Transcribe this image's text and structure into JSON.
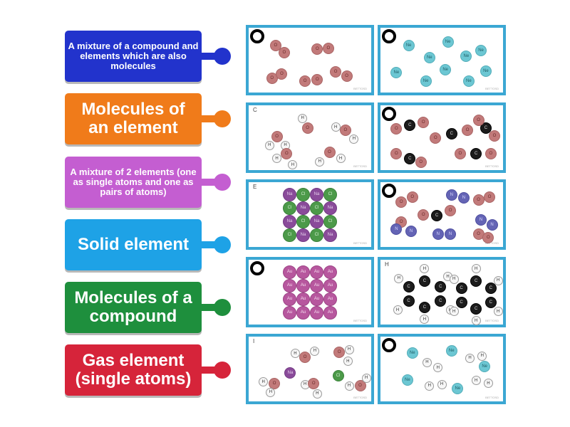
{
  "labels": [
    {
      "text": "A mixture of a compound and elements which are also molecules",
      "color": "#2233cc"
    },
    {
      "text": "Molecules of an element",
      "color": "#f07b1a"
    },
    {
      "text": "A mixture of 2 elements (one as single atoms and one as pairs of atoms)",
      "color": "#c45ed1"
    },
    {
      "text": "Solid element",
      "color": "#1ea2e6"
    },
    {
      "text": "Molecules of a compound",
      "color": "#1e8f3d"
    },
    {
      "text": "Gas element (single atoms)",
      "color": "#d6243a"
    }
  ],
  "cards": [
    {
      "id": "",
      "marker": true,
      "credit": "BETTOSD",
      "atoms": [
        [
          "O",
          0.22,
          0.28
        ],
        [
          "O",
          0.29,
          0.38
        ],
        [
          "O",
          0.56,
          0.33
        ],
        [
          "O",
          0.65,
          0.32
        ],
        [
          "O",
          0.19,
          0.78
        ],
        [
          "O",
          0.27,
          0.71
        ],
        [
          "O",
          0.46,
          0.82
        ],
        [
          "O",
          0.56,
          0.8
        ],
        [
          "O",
          0.71,
          0.68
        ],
        [
          "O",
          0.8,
          0.75
        ]
      ]
    },
    {
      "id": "",
      "marker": true,
      "credit": "BETTOSD",
      "atoms": [
        [
          "Ne",
          0.23,
          0.28
        ],
        [
          "Ne",
          0.55,
          0.22
        ],
        [
          "Ne",
          0.82,
          0.35
        ],
        [
          "Ne",
          0.4,
          0.46
        ],
        [
          "Ne",
          0.7,
          0.44
        ],
        [
          "Ne",
          0.13,
          0.69
        ],
        [
          "Ne",
          0.37,
          0.82
        ],
        [
          "Ne",
          0.53,
          0.65
        ],
        [
          "Ne",
          0.72,
          0.82
        ],
        [
          "Ne",
          0.86,
          0.67
        ]
      ]
    },
    {
      "id": "C",
      "marker": false,
      "credit": "BETTOSD",
      "atoms": [
        [
          "O",
          0.23,
          0.48
        ],
        [
          "H",
          0.17,
          0.62
        ],
        [
          "H",
          0.3,
          0.62
        ],
        [
          "H",
          0.44,
          0.2
        ],
        [
          "O",
          0.48,
          0.35
        ],
        [
          "O",
          0.79,
          0.38
        ],
        [
          "H",
          0.71,
          0.34
        ],
        [
          "H",
          0.86,
          0.52
        ],
        [
          "O",
          0.31,
          0.75
        ],
        [
          "H",
          0.23,
          0.82
        ],
        [
          "H",
          0.36,
          0.92
        ],
        [
          "O",
          0.66,
          0.73
        ],
        [
          "H",
          0.58,
          0.87
        ],
        [
          "H",
          0.75,
          0.82
        ]
      ]
    },
    {
      "id": "",
      "marker": true,
      "credit": "BETTOSD",
      "atoms": [
        [
          "C",
          0.24,
          0.31
        ],
        [
          "O",
          0.13,
          0.36
        ],
        [
          "O",
          0.35,
          0.26
        ],
        [
          "C",
          0.58,
          0.44
        ],
        [
          "O",
          0.45,
          0.51
        ],
        [
          "O",
          0.71,
          0.38
        ],
        [
          "C",
          0.86,
          0.35
        ],
        [
          "O",
          0.8,
          0.23
        ],
        [
          "O",
          0.93,
          0.47
        ],
        [
          "O",
          0.13,
          0.75
        ],
        [
          "C",
          0.24,
          0.82
        ],
        [
          "O",
          0.33,
          0.88
        ],
        [
          "O",
          0.65,
          0.75
        ],
        [
          "C",
          0.78,
          0.75
        ],
        [
          "O",
          0.9,
          0.75
        ]
      ]
    },
    {
      "id": "E",
      "marker": false,
      "credit": "BETTOSD",
      "grid": [
        "Na",
        "Cl",
        "Na",
        "Cl",
        "Cl",
        "Na",
        "Cl",
        "Na",
        "Na",
        "Cl",
        "Na",
        "Cl",
        "Cl",
        "Na",
        "Cl",
        "Na"
      ]
    },
    {
      "id": "",
      "marker": true,
      "credit": "BETTOSD",
      "atoms": [
        [
          "O",
          0.17,
          0.31
        ],
        [
          "O",
          0.26,
          0.23
        ],
        [
          "N",
          0.58,
          0.2
        ],
        [
          "N",
          0.68,
          0.24
        ],
        [
          "O",
          0.8,
          0.28
        ],
        [
          "O",
          0.89,
          0.23
        ],
        [
          "O",
          0.17,
          0.62
        ],
        [
          "C",
          0.46,
          0.52
        ],
        [
          "O",
          0.35,
          0.5
        ],
        [
          "O",
          0.57,
          0.44
        ],
        [
          "N",
          0.13,
          0.72
        ],
        [
          "N",
          0.25,
          0.76
        ],
        [
          "N",
          0.82,
          0.58
        ],
        [
          "N",
          0.91,
          0.66
        ],
        [
          "N",
          0.47,
          0.8
        ],
        [
          "N",
          0.57,
          0.8
        ],
        [
          "O",
          0.8,
          0.8
        ],
        [
          "O",
          0.88,
          0.86
        ]
      ]
    },
    {
      "id": "",
      "marker": true,
      "credit": "BETTOSD",
      "grid": [
        "Au",
        "Au",
        "Au",
        "Au",
        "Au",
        "Au",
        "Au",
        "Au",
        "Au",
        "Au",
        "Au",
        "Au",
        "Au",
        "Au",
        "Au",
        "Au"
      ]
    },
    {
      "id": "H",
      "marker": false,
      "credit": "BETTOSD",
      "atoms": [
        [
          "C",
          0.23,
          0.42
        ],
        [
          "C",
          0.36,
          0.33
        ],
        [
          "C",
          0.49,
          0.42
        ],
        [
          "C",
          0.49,
          0.64
        ],
        [
          "C",
          0.36,
          0.74
        ],
        [
          "C",
          0.23,
          0.64
        ],
        [
          "H",
          0.15,
          0.29
        ],
        [
          "H",
          0.36,
          0.14
        ],
        [
          "H",
          0.55,
          0.26
        ],
        [
          "H",
          0.57,
          0.78
        ],
        [
          "H",
          0.36,
          0.92
        ],
        [
          "H",
          0.14,
          0.78
        ],
        [
          "C",
          0.78,
          0.33
        ],
        [
          "C",
          0.9,
          0.44
        ],
        [
          "C",
          0.9,
          0.66
        ],
        [
          "C",
          0.78,
          0.76
        ],
        [
          "C",
          0.66,
          0.66
        ],
        [
          "C",
          0.66,
          0.44
        ],
        [
          "H",
          0.78,
          0.14
        ],
        [
          "H",
          0.96,
          0.32
        ],
        [
          "H",
          0.96,
          0.8
        ],
        [
          "H",
          0.78,
          0.94
        ],
        [
          "H",
          0.6,
          0.8
        ],
        [
          "H",
          0.6,
          0.3
        ]
      ]
    },
    {
      "id": "I",
      "marker": false,
      "credit": "BETTOSD",
      "atoms": [
        [
          "H",
          0.38,
          0.26
        ],
        [
          "O",
          0.46,
          0.32
        ],
        [
          "H",
          0.54,
          0.22
        ],
        [
          "O",
          0.74,
          0.24
        ],
        [
          "H",
          0.82,
          0.2
        ],
        [
          "H",
          0.81,
          0.38
        ],
        [
          "H",
          0.12,
          0.7
        ],
        [
          "O",
          0.21,
          0.72
        ],
        [
          "H",
          0.18,
          0.86
        ],
        [
          "Na",
          0.34,
          0.56
        ],
        [
          "H",
          0.46,
          0.74
        ],
        [
          "O",
          0.53,
          0.72
        ],
        [
          "H",
          0.56,
          0.88
        ],
        [
          "Cl",
          0.73,
          0.6
        ],
        [
          "H",
          0.82,
          0.76
        ],
        [
          "O",
          0.91,
          0.76
        ],
        [
          "H",
          0.96,
          0.64
        ]
      ]
    },
    {
      "id": "",
      "marker": true,
      "credit": "BETTOSD",
      "atoms": [
        [
          "Ne",
          0.26,
          0.25
        ],
        [
          "Ne",
          0.58,
          0.22
        ],
        [
          "H",
          0.38,
          0.4
        ],
        [
          "H",
          0.47,
          0.48
        ],
        [
          "H",
          0.73,
          0.33
        ],
        [
          "H",
          0.83,
          0.3
        ],
        [
          "Ne",
          0.22,
          0.67
        ],
        [
          "Ne",
          0.85,
          0.46
        ],
        [
          "H",
          0.4,
          0.76
        ],
        [
          "H",
          0.5,
          0.74
        ],
        [
          "Ne",
          0.63,
          0.8
        ],
        [
          "H",
          0.78,
          0.68
        ],
        [
          "H",
          0.88,
          0.72
        ]
      ]
    }
  ]
}
